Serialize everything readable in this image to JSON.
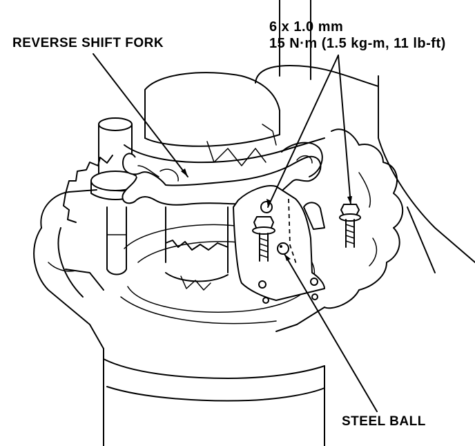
{
  "labels": {
    "reverse_shift_fork": "REVERSE SHIFT FORK",
    "bolt_size": "6 x 1.0 mm",
    "bolt_torque": "15 N·m (1.5 kg-m, 11 lb-ft)",
    "steel_ball": "STEEL BALL"
  },
  "colors": {
    "ink": "#000000",
    "paper": "#ffffff"
  }
}
